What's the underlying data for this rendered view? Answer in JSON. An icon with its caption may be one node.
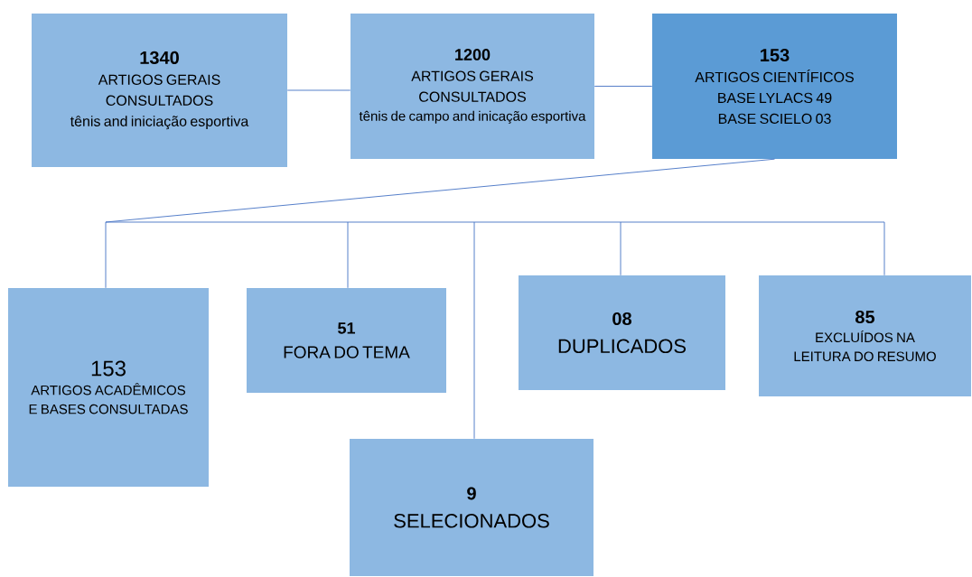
{
  "diagram": {
    "nodes": [
      {
        "text": [
          "1340",
          "ARTIGOS GERAIS CONSULTADOS",
          "tênis and iniciação esportiva"
        ]
      },
      {
        "text": [
          "1200",
          "ARTIGOS GERAIS",
          "CONSULTADOS",
          "tênis de campo and inicação esportiva"
        ]
      },
      {
        "text": [
          "153",
          "ARTIGOS CIENTÍFICOS",
          "BASE LYLACS  49",
          "BASE SCIELO  03"
        ]
      },
      {
        "text": [
          "153",
          "ARTIGOS ACADÊMICOS E BASES CONSULTADAS"
        ]
      },
      {
        "text": [
          "51",
          "FORA DO TEMA"
        ]
      },
      {
        "text": [
          "08",
          "DUPLICADOS"
        ]
      },
      {
        "text": [
          "85",
          "EXCLUÍDOS NA LEITURA DO RESUMO"
        ]
      },
      {
        "text": [
          "9",
          "SELECIONADOS"
        ]
      }
    ],
    "edges": [
      {
        "from": 0,
        "to": 1,
        "arrow": "none"
      },
      {
        "from": 1,
        "to": 2,
        "arrow": "none"
      },
      {
        "from": 2,
        "to": 3,
        "arrow": "none"
      },
      {
        "from": 2,
        "to": 4,
        "arrow": "none"
      },
      {
        "from": 2,
        "to": 5,
        "arrow": "none"
      },
      {
        "from": 2,
        "to": 6,
        "arrow": "none"
      },
      {
        "from": 2,
        "to": 7,
        "arrow": "none"
      }
    ]
  }
}
